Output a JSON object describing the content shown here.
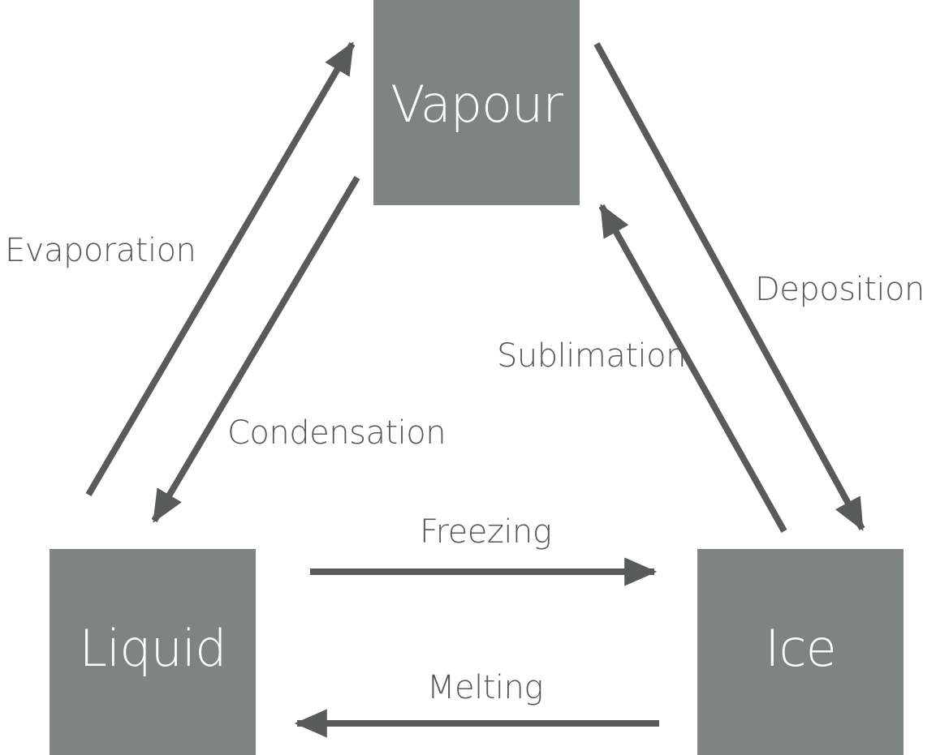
{
  "diagram": {
    "states": {
      "vapour": "Vapour",
      "liquid": "Liquid",
      "ice": "Ice"
    },
    "processes": {
      "evaporation": "Evaporation",
      "condensation": "Condensation",
      "sublimation": "Sublimation",
      "deposition": "Deposition",
      "freezing": "Freezing",
      "melting": "Melting"
    },
    "colors": {
      "box_fill": "#7f8482",
      "box_text": "#ffffff",
      "arrow": "#595b5b",
      "label_text": "#58585a"
    }
  }
}
